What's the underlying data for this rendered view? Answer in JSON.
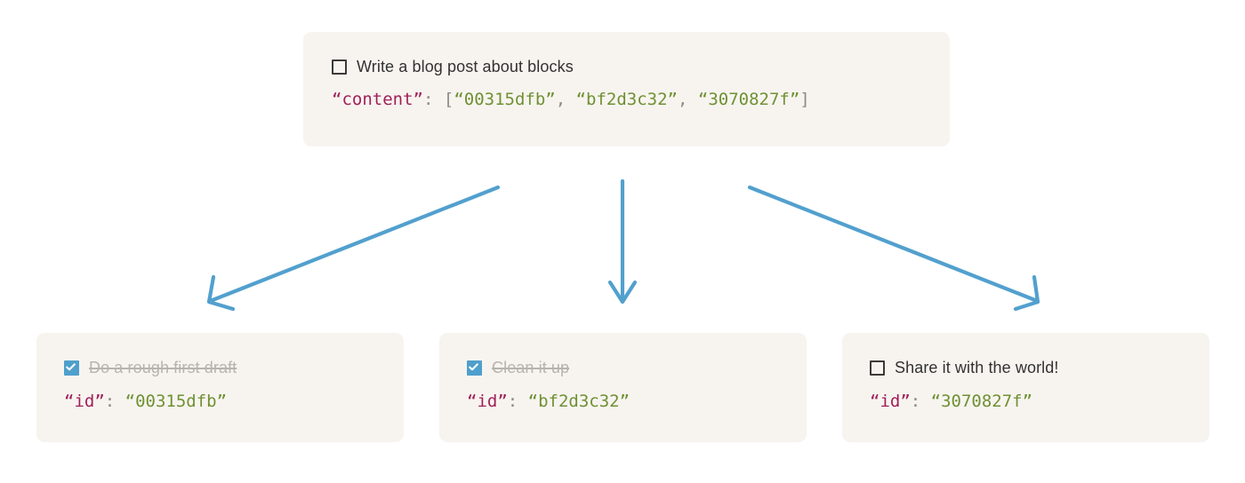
{
  "theme": {
    "page_background": "#ffffff",
    "card_background": "#f7f4f0",
    "text_primary": "#333231",
    "text_done": "#b8b3ae",
    "checkbox_checked": "#4f9fcc",
    "checkbox_unchecked_border": "#3c3a38",
    "json_key_color": "#a02059",
    "json_string_color": "#6f9133",
    "json_punctuation_color": "#8d8a86",
    "arrow_color": "#52a0ce"
  },
  "root_block": {
    "checkbox_state": "unchecked",
    "title": "Write a blog post about blocks",
    "json": {
      "key": "“content”",
      "colon": ":",
      "open_bracket": "[",
      "values": [
        "“00315dfb”",
        "“bf2d3c32”",
        "“3070827f”"
      ],
      "separator": ", ",
      "close_bracket": "]"
    }
  },
  "child_blocks": [
    {
      "checkbox_state": "checked",
      "title": "Do a rough first draft",
      "done": true,
      "json": {
        "key": "“id”",
        "colon": ":",
        "value": "“00315dfb”"
      }
    },
    {
      "checkbox_state": "checked",
      "title": "Clean it up",
      "done": true,
      "json": {
        "key": "“id”",
        "colon": ":",
        "value": "“bf2d3c32”"
      }
    },
    {
      "checkbox_state": "unchecked",
      "title": "Share it with the world!",
      "done": false,
      "json": {
        "key": "“id”",
        "colon": ":",
        "value": "“3070827f”"
      }
    }
  ],
  "connectors": [
    {
      "name": "arrow-to-first-child",
      "direction": "down-left"
    },
    {
      "name": "arrow-to-second-child",
      "direction": "down"
    },
    {
      "name": "arrow-to-third-child",
      "direction": "down-right"
    }
  ]
}
